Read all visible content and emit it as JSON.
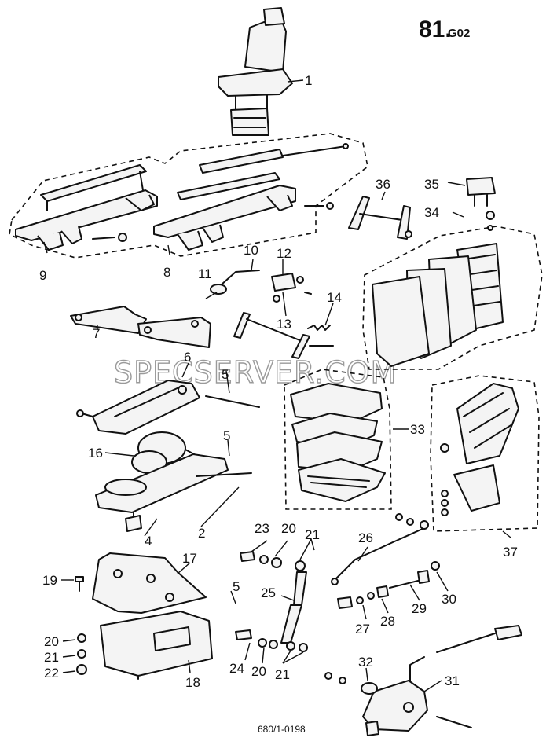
{
  "header": {
    "page_number": "81.",
    "page_suffix": "G02"
  },
  "footer": {
    "drawing_ref": "680/1-0198"
  },
  "watermark": {
    "text": "SPECSERVER.COM"
  },
  "callouts": [
    "1",
    "2",
    "4",
    "5",
    "5",
    "5",
    "6",
    "7",
    "8",
    "9",
    "10",
    "11",
    "12",
    "13",
    "14",
    "16",
    "17",
    "18",
    "19",
    "20",
    "21",
    "22",
    "23",
    "20",
    "21",
    "24",
    "20",
    "21",
    "25",
    "26",
    "27",
    "28",
    "29",
    "30",
    "31",
    "32",
    "33",
    "34",
    "35",
    "36",
    "37"
  ]
}
